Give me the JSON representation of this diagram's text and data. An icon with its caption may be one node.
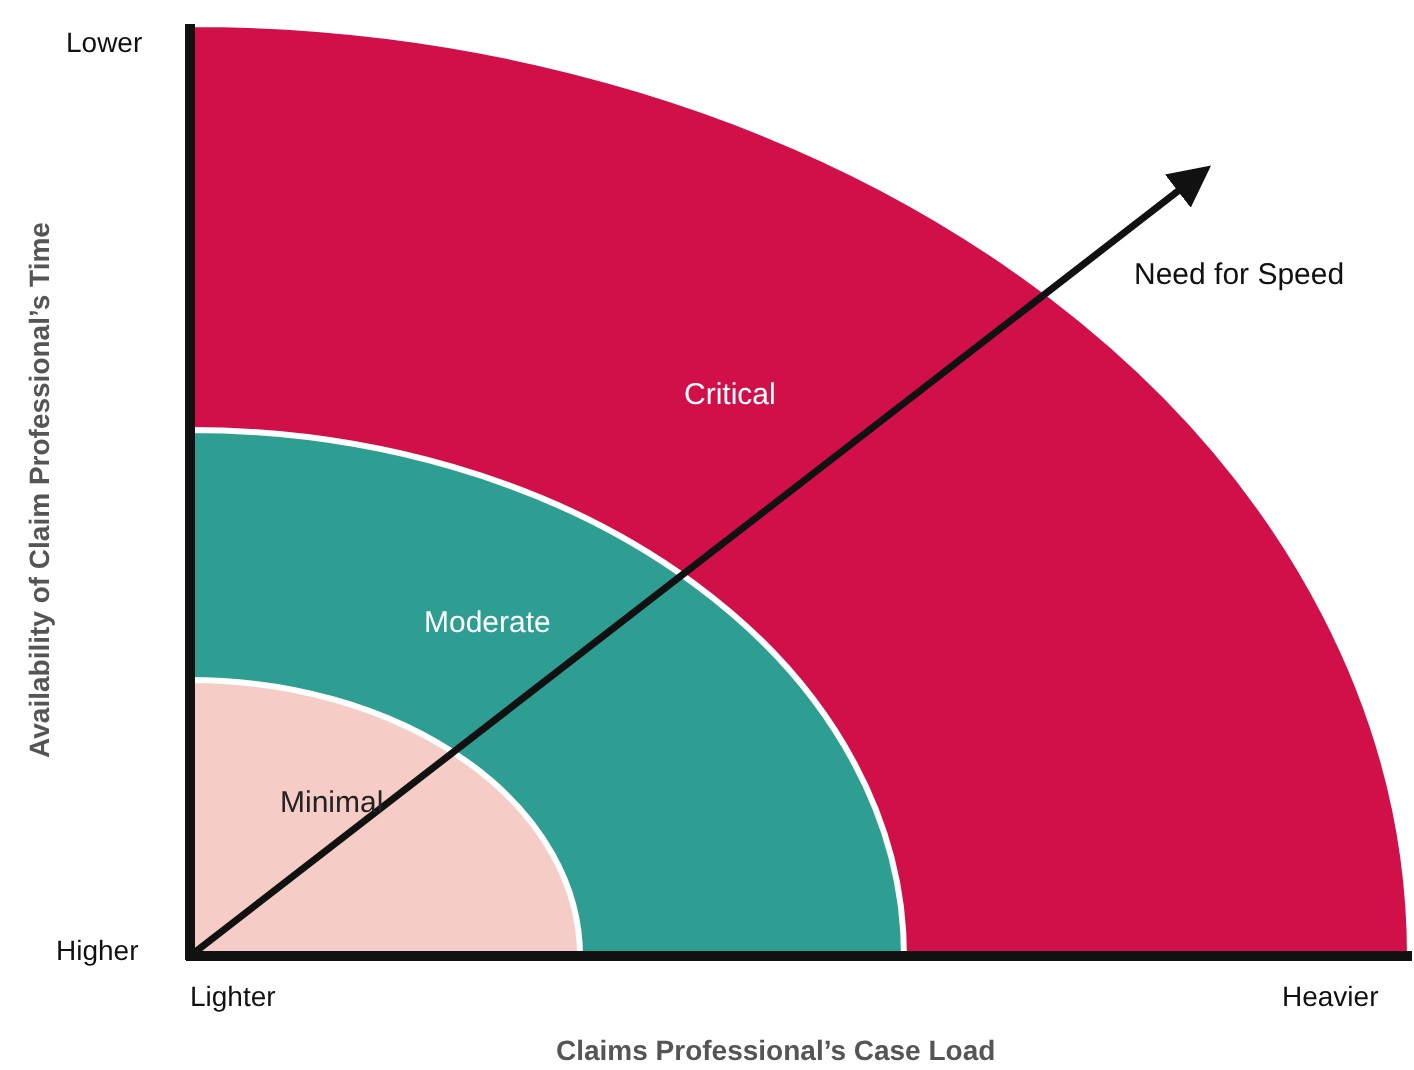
{
  "diagram": {
    "nodes": [
      {
        "text": [
          "Critical"
        ]
      },
      {
        "text": [
          "Moderate"
        ],
        "in": 0
      },
      {
        "text": [
          "Minimal"
        ],
        "in": 1
      }
    ],
    "labels": [
      "Lower",
      "Need for Speed",
      "Availability of  Claim Professional’s Time",
      "Higher",
      "Lighter",
      "Heavier",
      "Claims Professional’s Case Load"
    ]
  }
}
